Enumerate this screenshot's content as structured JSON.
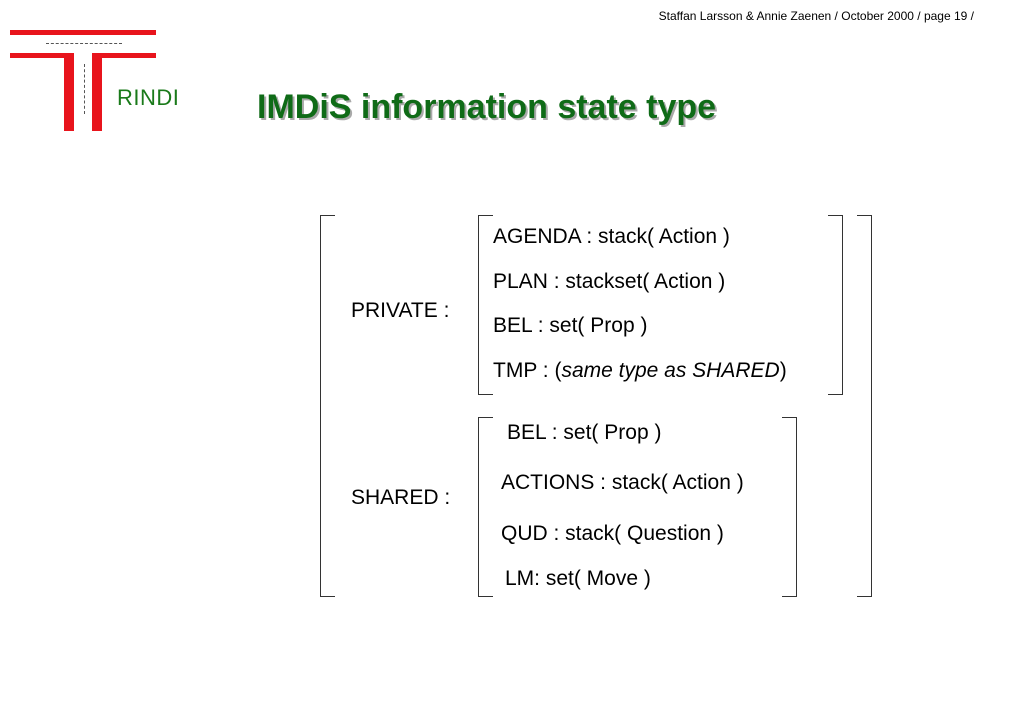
{
  "header": {
    "credit": "Staffan Larsson & Annie Zaenen / October  2000 / page 19 /"
  },
  "logo": {
    "wordmark": "RINDI",
    "colors": {
      "red": "#e8141c",
      "green": "#1a7a1a"
    }
  },
  "slide": {
    "title": "IMDiS information state type",
    "title_color": "#0f6b17"
  },
  "structure": {
    "private": {
      "label": "PRIVATE :",
      "fields": [
        {
          "text": "AGENDA : stack( Action )"
        },
        {
          "text": "PLAN : stackset( Action  )"
        },
        {
          "text": "BEL : set( Prop )"
        },
        {
          "prefix": "TMP : (",
          "italic": "same type as SHARED",
          "suffix": ")"
        }
      ]
    },
    "shared": {
      "label": "SHARED :",
      "fields": [
        {
          "text": "BEL : set( Prop )"
        },
        {
          "text": "ACTIONS : stack( Action )"
        },
        {
          "text": "QUD : stack( Question )"
        },
        {
          "text": "LM: set( Move )"
        }
      ]
    }
  }
}
